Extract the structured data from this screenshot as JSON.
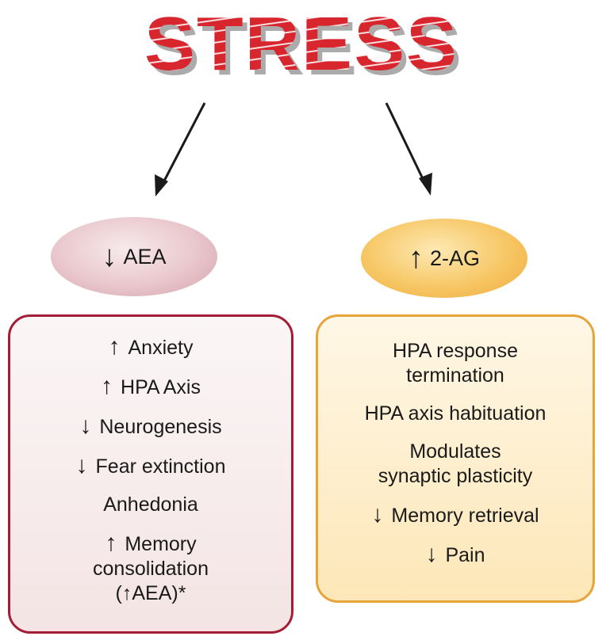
{
  "title": "STRESS",
  "colors": {
    "title_red": "#d8262f",
    "title_shadow": "#8f8f8f",
    "aea_border": "#a31d36",
    "ag_border": "#e6a43c"
  },
  "nodes": {
    "aea": {
      "arrow": "↓",
      "label": "AEA"
    },
    "two_ag": {
      "arrow": "↑",
      "label": "2-AG"
    }
  },
  "aea_effects": [
    {
      "arrow": "↑",
      "text": "Anxiety"
    },
    {
      "arrow": "↑",
      "text": "HPA Axis"
    },
    {
      "arrow": "↓",
      "text": "Neurogenesis"
    },
    {
      "arrow": "↓",
      "text": "Fear extinction"
    },
    {
      "arrow": "",
      "text": "Anhedonia"
    },
    {
      "arrow": "↑",
      "text": "Memory",
      "line2": "consolidation",
      "line3": "(↑AEA)*"
    }
  ],
  "ag_effects": [
    {
      "arrow": "",
      "text": "HPA response",
      "line2": "termination"
    },
    {
      "arrow": "",
      "text": "HPA axis habituation"
    },
    {
      "arrow": "",
      "text": "Modulates",
      "line2": "synaptic plasticity"
    },
    {
      "arrow": "↓",
      "text": "Memory retrieval"
    },
    {
      "arrow": "↓",
      "text": "Pain"
    }
  ]
}
